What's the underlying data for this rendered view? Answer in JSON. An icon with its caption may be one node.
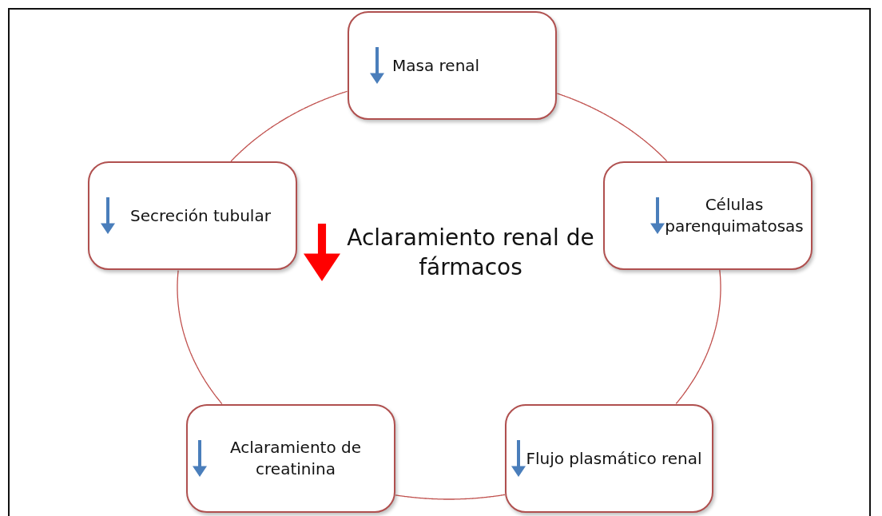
{
  "diagram": {
    "nodes": [
      {
        "text": [
          "Masa renal"
        ]
      },
      {
        "text": [
          "Células parenquimatosas"
        ]
      },
      {
        "text": [
          "Flujo plasmático renal"
        ]
      },
      {
        "text": [
          "Aclaramiento de creatinina"
        ]
      },
      {
        "text": [
          "Secreción tubular"
        ]
      }
    ],
    "edges": [
      {
        "from": 0,
        "to": 1,
        "arrow": "none"
      },
      {
        "from": 1,
        "to": 2,
        "arrow": "none"
      },
      {
        "from": 2,
        "to": 3,
        "arrow": "none"
      },
      {
        "from": 3,
        "to": 4,
        "arrow": "none"
      },
      {
        "from": 4,
        "to": 0,
        "arrow": "none"
      }
    ],
    "labels": [
      "Aclaramiento renal de fármacos"
    ]
  }
}
